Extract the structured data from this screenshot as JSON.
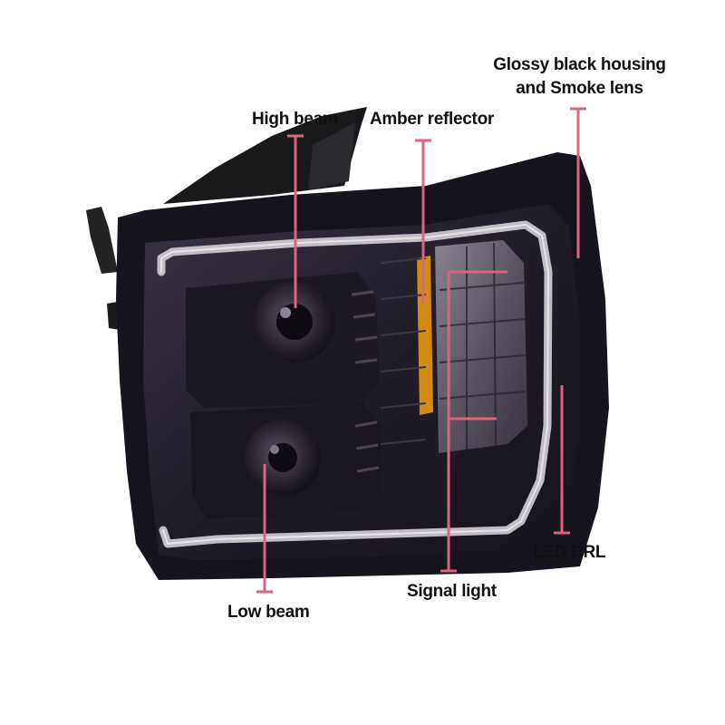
{
  "callouts": {
    "housing": {
      "line1": "Glossy black housing",
      "line2": "and Smoke lens"
    },
    "high_beam": "High beam",
    "amber_reflector": "Amber reflector",
    "led_drl": "LED DRL",
    "signal_light": "Signal light",
    "low_beam": "Low beam"
  },
  "colors": {
    "callout_line": "#d9667c",
    "background": "#ffffff",
    "label_text": "#111111",
    "housing": "#16141d",
    "lens_tint": "#2a2532",
    "drl_glow": "#cfcbd3",
    "amber": "#d48a12"
  }
}
